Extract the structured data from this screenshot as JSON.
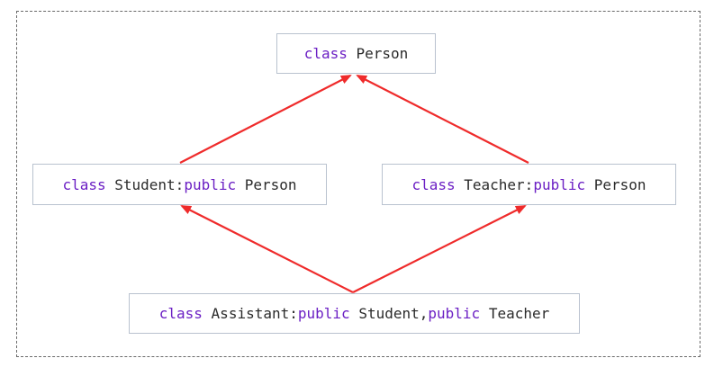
{
  "colors": {
    "keyword": "#6b1fc4",
    "text": "#2b2b2b",
    "arrow": "#ef2b2b",
    "box_border": "#b9c2cf"
  },
  "nodes": {
    "person": {
      "kw1": "class",
      "name": "Person"
    },
    "student": {
      "kw1": "class",
      "name": "Student:",
      "kw2": "public",
      "base": "Person"
    },
    "teacher": {
      "kw1": "class",
      "name": "Teacher:",
      "kw2": "public",
      "base": "Person"
    },
    "assistant": {
      "kw1": "class",
      "name": "Assistant:",
      "kw2": "public",
      "base1": "Student,",
      "kw3": "public",
      "base2": "Teacher"
    }
  },
  "edges": [
    {
      "from": "student",
      "to": "person"
    },
    {
      "from": "teacher",
      "to": "person"
    },
    {
      "from": "assistant",
      "to": "student"
    },
    {
      "from": "assistant",
      "to": "teacher"
    }
  ]
}
